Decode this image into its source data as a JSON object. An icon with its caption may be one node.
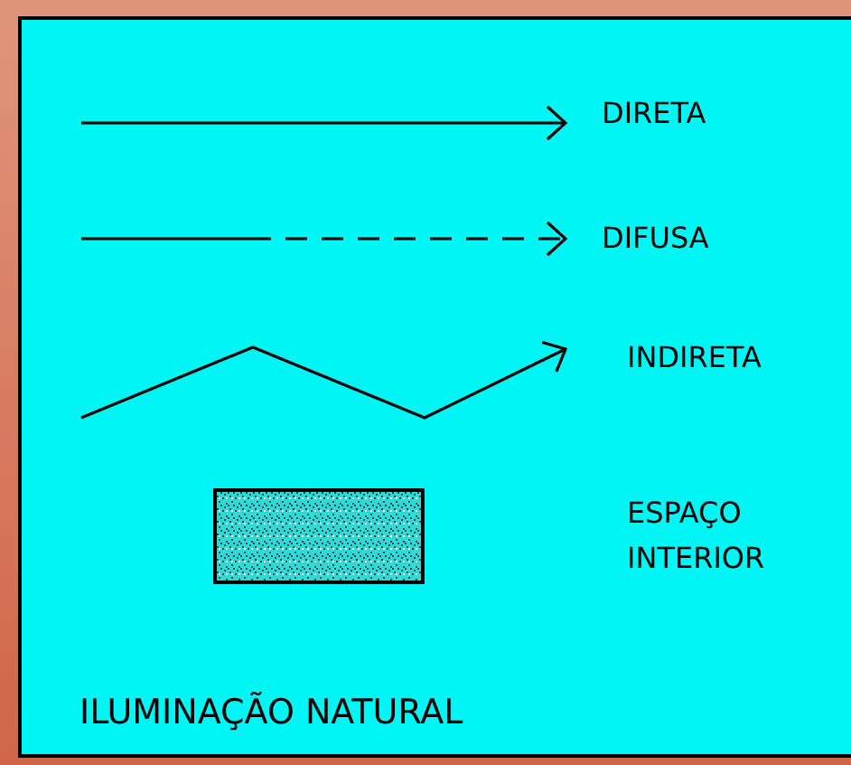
{
  "diagram": {
    "caption": "ILUMINAÇÃO NATURAL",
    "legend": [
      {
        "text": "DIRETA"
      },
      {
        "text": "DIFUSA"
      },
      {
        "text": "INDIRETA"
      },
      {
        "text": "ESPAÇO INTERIOR"
      }
    ]
  }
}
